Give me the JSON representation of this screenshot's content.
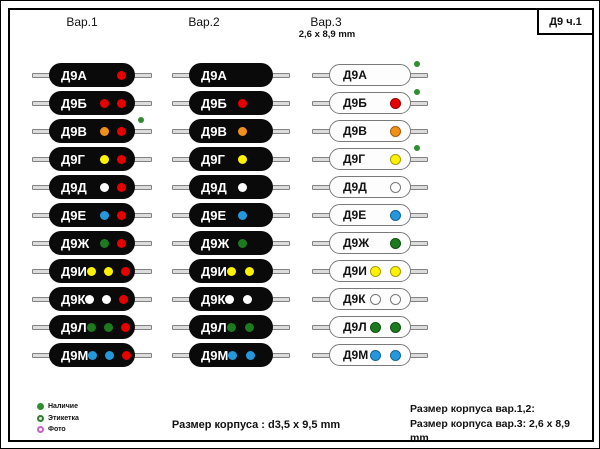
{
  "doc_label": "Д9 ч.1",
  "columns": [
    {
      "id": "var1",
      "header": "Вар.1"
    },
    {
      "id": "var2",
      "header": "Вар.2"
    },
    {
      "id": "var3",
      "header": "Вар.3",
      "subtitle": "2,6 x 8,9 mm"
    }
  ],
  "rows": [
    {
      "label": "Д9А",
      "var1": [
        "red"
      ],
      "var2": [],
      "var3": [],
      "presence": [
        false,
        false,
        true
      ]
    },
    {
      "label": "Д9Б",
      "var1": [
        "red",
        "red"
      ],
      "var2": [
        "red"
      ],
      "var3": [
        "red"
      ],
      "presence": [
        false,
        false,
        true
      ]
    },
    {
      "label": "Д9В",
      "var1": [
        "orange",
        "red"
      ],
      "var2": [
        "orange"
      ],
      "var3": [
        "orange"
      ],
      "presence": [
        true,
        false,
        false
      ]
    },
    {
      "label": "Д9Г",
      "var1": [
        "yellow",
        "red"
      ],
      "var2": [
        "yellow"
      ],
      "var3": [
        "yellow"
      ],
      "presence": [
        false,
        false,
        true
      ]
    },
    {
      "label": "Д9Д",
      "var1": [
        "white",
        "red"
      ],
      "var2": [
        "white"
      ],
      "var3": [
        "white"
      ],
      "presence": [
        false,
        false,
        false
      ]
    },
    {
      "label": "Д9Е",
      "var1": [
        "blue",
        "red"
      ],
      "var2": [
        "blue"
      ],
      "var3": [
        "blue"
      ],
      "presence": [
        false,
        false,
        false
      ]
    },
    {
      "label": "Д9Ж",
      "var1": [
        "green",
        "red"
      ],
      "var2": [
        "green"
      ],
      "var3": [
        "green"
      ],
      "presence": [
        false,
        false,
        false
      ]
    },
    {
      "label": "Д9И",
      "var1": [
        "yellow",
        "yellow",
        "red"
      ],
      "var2": [
        "yellow",
        "yellow"
      ],
      "var3": [
        "yellow",
        "yellow"
      ],
      "presence": [
        false,
        false,
        false
      ]
    },
    {
      "label": "Д9К",
      "var1": [
        "white",
        "white",
        "red"
      ],
      "var2": [
        "white",
        "white"
      ],
      "var3": [
        "white",
        "white"
      ],
      "presence": [
        false,
        false,
        false
      ]
    },
    {
      "label": "Д9Л",
      "var1": [
        "green",
        "green",
        "red"
      ],
      "var2": [
        "green",
        "green"
      ],
      "var3": [
        "green",
        "green"
      ],
      "presence": [
        false,
        false,
        false
      ]
    },
    {
      "label": "Д9М",
      "var1": [
        "blue",
        "blue",
        "red"
      ],
      "var2": [
        "blue",
        "blue"
      ],
      "var3": [
        "blue",
        "blue"
      ],
      "presence": [
        false,
        false,
        false
      ]
    }
  ],
  "legend": {
    "items": [
      {
        "label": "Наличие",
        "style": "filled-green"
      },
      {
        "label": "Этикетка",
        "style": "ring-green"
      },
      {
        "label": "Фото",
        "style": "ring-magenta"
      }
    ]
  },
  "footer": {
    "center": "Размер корпуса : d3,5 x 9,5 mm",
    "right_line1": "Размер корпуса вар.1,2:",
    "right_line2": "Размер корпуса вар.3: 2,6 x 8,9 mm"
  },
  "palette": {
    "red": "#E60000",
    "orange": "#F09018",
    "yellow": "#FFF200",
    "white": "#FFFFFF",
    "blue": "#2498DC",
    "green": "#1E7A1E",
    "presence_green": "#2F8F2F",
    "label_green": "#2F7F2F",
    "photo_magenta": "#C560C5"
  }
}
